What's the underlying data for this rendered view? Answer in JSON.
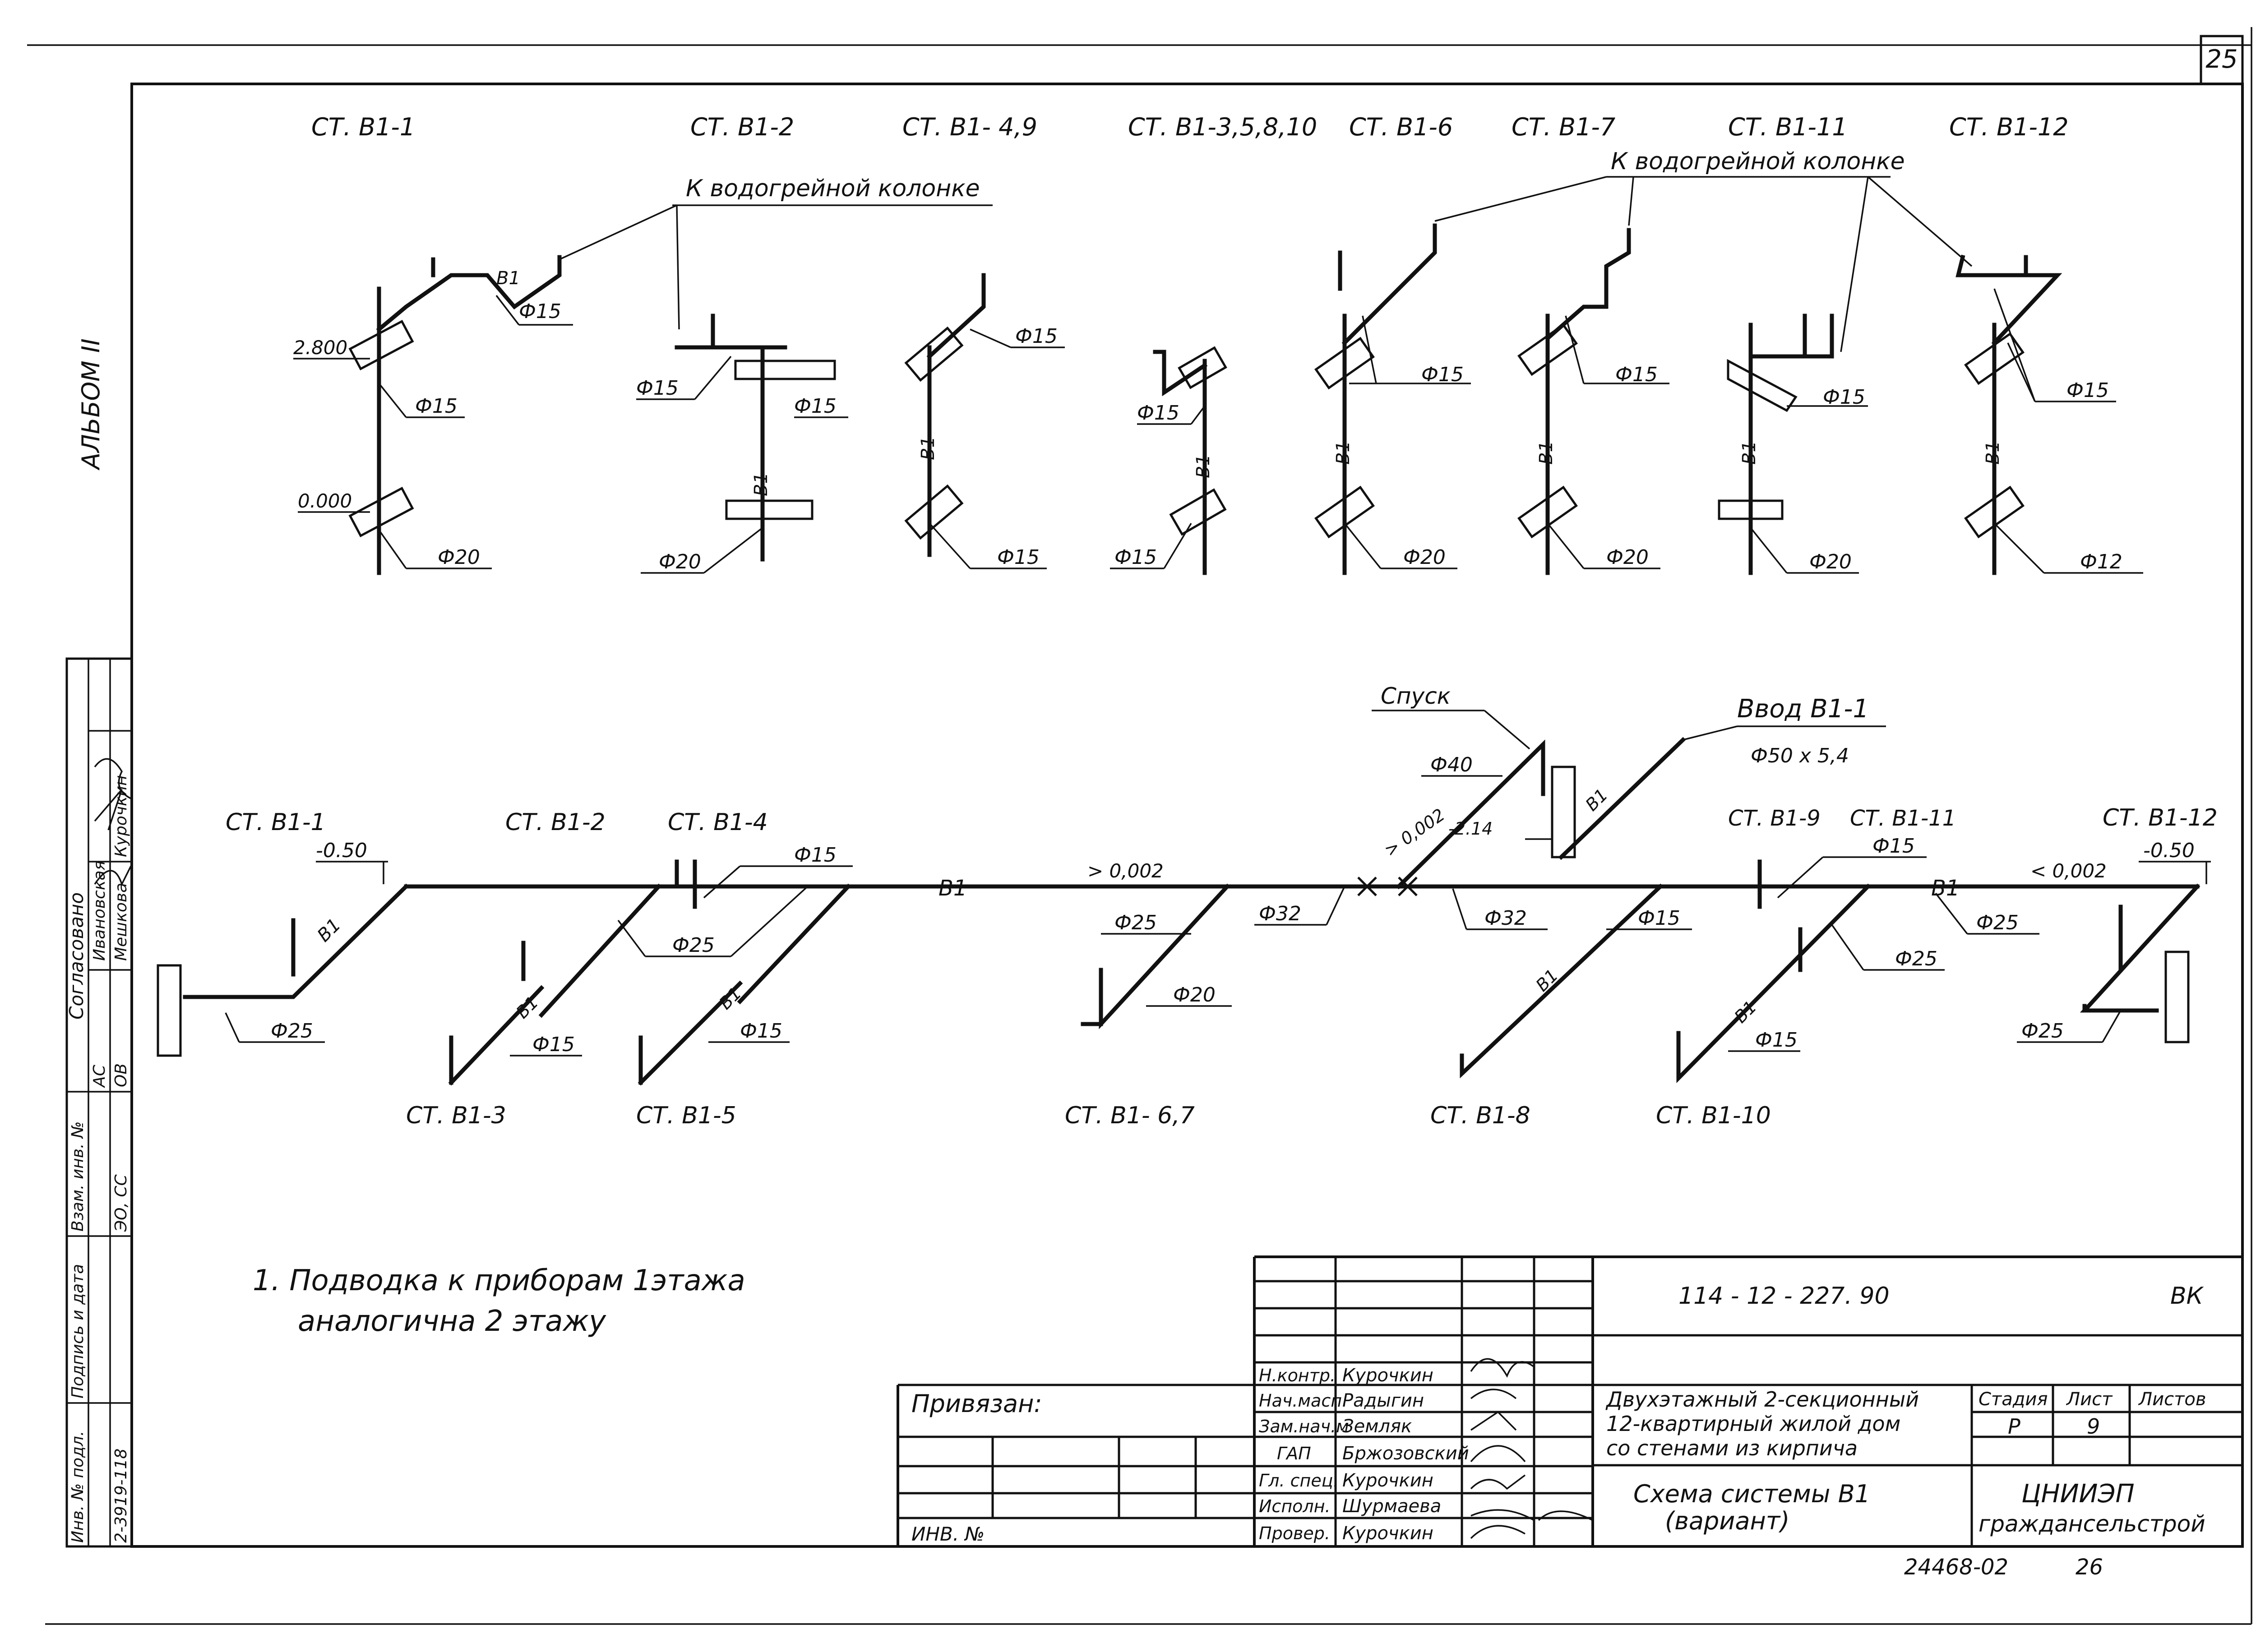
{
  "sheet_number": "25",
  "album_label": "АЛЬБОМ II",
  "upper_risers": [
    {
      "label": "СТ. В1-1",
      "pipe_upper": "Ф15",
      "pipe_mid": "Ф15",
      "pipe_lower": "Ф20",
      "line": "В1"
    },
    {
      "label": "СТ. В1-2",
      "pipe_upper": "Ф15",
      "pipe_mid": "Ф15",
      "pipe_lower": "Ф20",
      "line": "В1"
    },
    {
      "label": "СТ. В1- 4,9",
      "pipe_upper": "Ф15",
      "pipe_lower": "Ф15",
      "line": "В1"
    },
    {
      "label": "СТ. В1-3,5,8,10",
      "pipe_upper": "Ф15",
      "pipe_lower": "Ф15",
      "line": "В1"
    },
    {
      "label": "СТ. В1-6",
      "pipe_upper": "Ф15",
      "pipe_lower": "Ф20",
      "line": "В1"
    },
    {
      "label": "СТ. В1-7",
      "pipe_upper": "Ф15",
      "pipe_lower": "Ф20",
      "line": "В1"
    },
    {
      "label": "СТ. В1-11",
      "pipe_upper": "Ф15",
      "pipe_lower": "Ф20",
      "line": "В1"
    },
    {
      "label": "СТ. В1-12",
      "pipe_upper": "Ф15",
      "pipe_lower": "Ф12",
      "line": "В1"
    }
  ],
  "heater_note_left": "К водогрейной колонке",
  "heater_note_right": "К водогрейной колонке",
  "elevations": {
    "upper": "2.800",
    "lower": "0.000",
    "left_main": "-0.50",
    "right_main": "-0.50",
    "descent": "-2.14"
  },
  "main_network": {
    "line_label": "В1",
    "slope_1": "> 0,002",
    "slope_2": "< 0,002",
    "slope_3": "> 0,002",
    "descent_label": "Спуск",
    "descent_pipe": "Ф40",
    "inlet_label": "Ввод В1-1",
    "inlet_pipe": "Ф50 x 5,4",
    "risers": [
      {
        "label": "СТ. В1-1"
      },
      {
        "label": "СТ. В1-2"
      },
      {
        "label": "СТ. В1-4"
      },
      {
        "label": "СТ. В1-3"
      },
      {
        "label": "СТ. В1-5"
      },
      {
        "label": "СТ. В1- 6,7"
      },
      {
        "label": "СТ. В1-8"
      },
      {
        "label": "СТ. В1-9"
      },
      {
        "label": "СТ. В1-11"
      },
      {
        "label": "СТ. В1-10"
      },
      {
        "label": "СТ. В1-12"
      }
    ],
    "pipes": {
      "p25_left": "Ф25",
      "p15_a": "Ф15",
      "p25_b": "Ф25",
      "p15_b": "Ф15",
      "p15_c": "Ф15",
      "p25_c": "Ф25",
      "p20": "Ф20",
      "p32_a": "Ф32",
      "p32_b": "Ф32",
      "p15_d": "Ф15",
      "p15_e": "Ф15",
      "p25_d": "Ф25",
      "p25_e": "Ф25",
      "p15_f": "Ф15",
      "p25_f": "Ф25"
    }
  },
  "note_line1": "1.  Подводка  к приборам 1этажа",
  "note_line2": "аналогична  2  этажу",
  "left_stamp": {
    "agreed": "Согласовано",
    "rows": [
      {
        "dept": "АС",
        "name": "Ивановская"
      },
      {
        "dept": "ОВ",
        "name": "Мешкова"
      },
      {
        "dept": "ЭО, СС",
        "name": "Курочкин"
      }
    ],
    "inv_swap": "Взам. инв. №",
    "sign_date": "Подпись и дата",
    "inv_orig": "Инв. № подл.",
    "inv_value": "2-3919-118"
  },
  "title_block": {
    "code": "114 - 12 - 227. 90",
    "section": "ВК",
    "bound_to": "Привязан:",
    "inv_no": "ИНВ. №",
    "roles": [
      {
        "role": "Н.контр.",
        "name": "Курочкин"
      },
      {
        "role": "Нач.масп.",
        "name": "Радыгин"
      },
      {
        "role": "Зам.нач.м",
        "name": "Земляк"
      },
      {
        "role": "ГАП",
        "name": "Бржозовский"
      },
      {
        "role": "Гл. спец.",
        "name": "Курочкин"
      },
      {
        "role": "Исполн.",
        "name": "Шурмаева"
      },
      {
        "role": "Провер.",
        "name": "Курочкин"
      }
    ],
    "project_line1": "Двухэтажный 2-секционный",
    "project_line2": "12-квартирный жилой дом",
    "project_line3": "со стенами из кирпича",
    "stage_h": "Стадия",
    "sheet_h": "Лист",
    "sheets_h": "Листов",
    "stage": "Р",
    "sheet": "9",
    "drawing_line1": "Схема  системы В1",
    "drawing_line2": "(вариант)",
    "org_line1": "ЦНИИЭП",
    "org_line2": "граждансельстрой",
    "footer_code": "24468-02",
    "footer_num": "26"
  }
}
